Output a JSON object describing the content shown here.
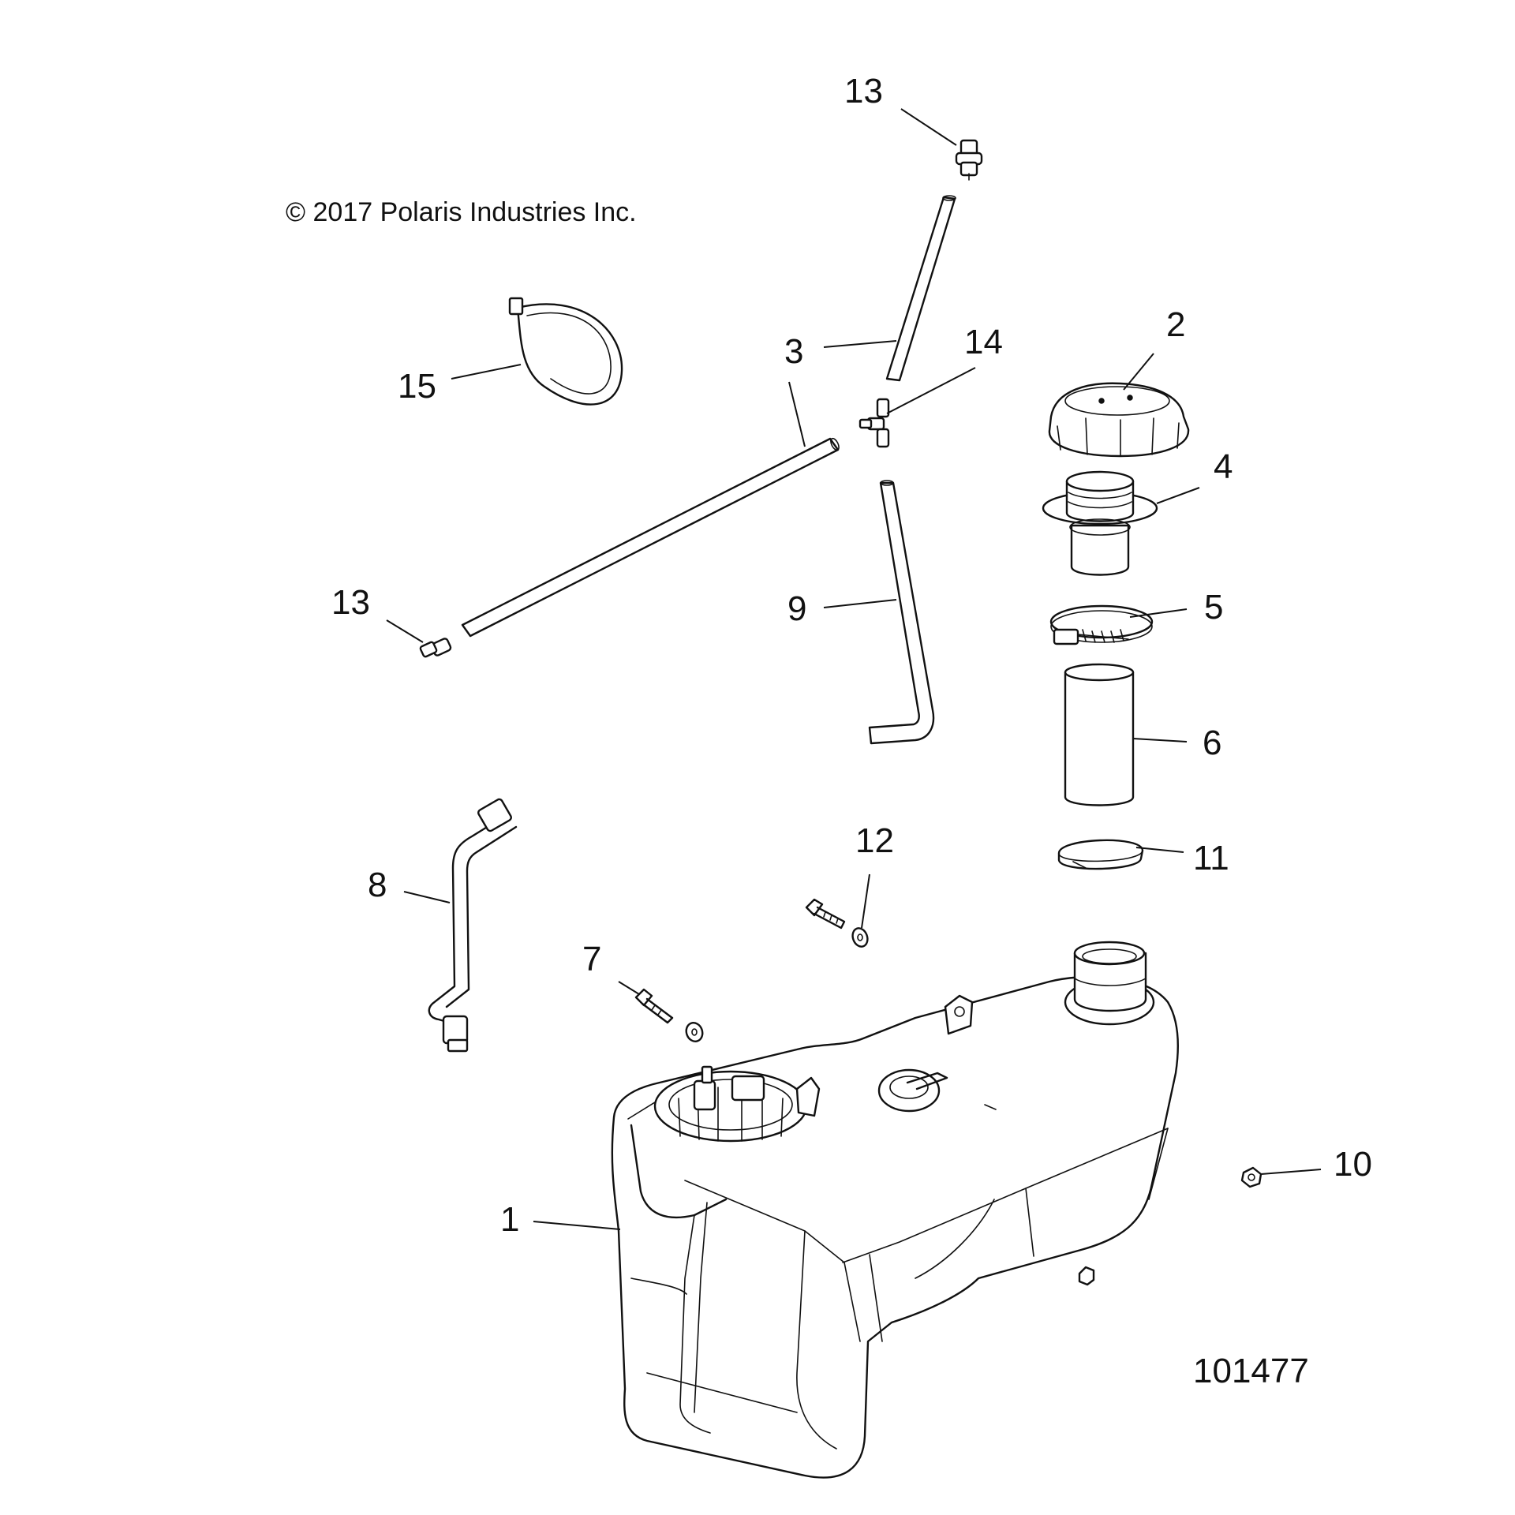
{
  "copyright": "© 2017 Polaris Industries Inc.",
  "drawing_number": "101477",
  "callouts": {
    "c1": "1",
    "c2": "2",
    "c3a": "3",
    "c4": "4",
    "c5": "5",
    "c6": "6",
    "c7": "7",
    "c8": "8",
    "c9": "9",
    "c10": "10",
    "c11": "11",
    "c12": "12",
    "c13a": "13",
    "c13b": "13",
    "c14": "14",
    "c15": "15"
  },
  "parts": [
    {
      "ref": "1",
      "shape": "fuel-tank"
    },
    {
      "ref": "2",
      "shape": "fuel-cap"
    },
    {
      "ref": "3",
      "shape": "vent-hose"
    },
    {
      "ref": "4",
      "shape": "filler-neck"
    },
    {
      "ref": "5",
      "shape": "hose-clamp"
    },
    {
      "ref": "6",
      "shape": "filler-hose"
    },
    {
      "ref": "7",
      "shape": "bolt-and-washer"
    },
    {
      "ref": "8",
      "shape": "fuel-line"
    },
    {
      "ref": "9",
      "shape": "vent-hose-elbow"
    },
    {
      "ref": "10",
      "shape": "nut"
    },
    {
      "ref": "11",
      "shape": "clamp"
    },
    {
      "ref": "12",
      "shape": "bolt-and-washer"
    },
    {
      "ref": "13",
      "shape": "check-valve"
    },
    {
      "ref": "14",
      "shape": "tee-fitting"
    },
    {
      "ref": "15",
      "shape": "cable-tie"
    }
  ]
}
